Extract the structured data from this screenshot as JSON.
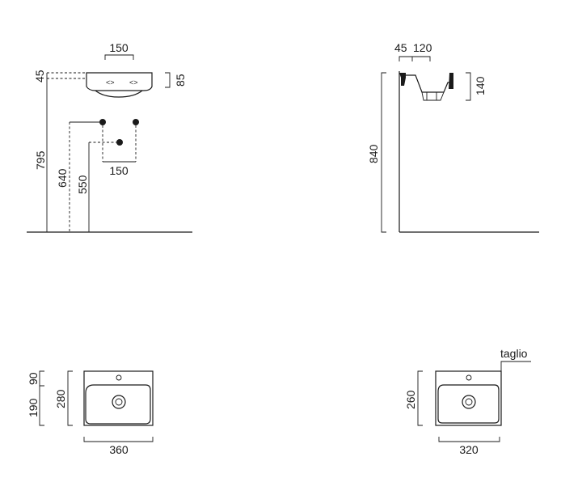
{
  "drawing": {
    "front_view": {
      "top_width": "150",
      "left_top_offset": "45",
      "basin_height": "85",
      "height_top": "795",
      "height_taps": "640",
      "height_drain": "550",
      "bottom_width": "150"
    },
    "side_view": {
      "dim_45": "45",
      "dim_120": "120",
      "depth": "140",
      "height": "840"
    },
    "plan_view_1": {
      "width": "360",
      "depth": "280",
      "front_part": "190",
      "back_part": "90"
    },
    "plan_view_2": {
      "width": "320",
      "depth": "260",
      "cut_label": "taglio"
    }
  }
}
